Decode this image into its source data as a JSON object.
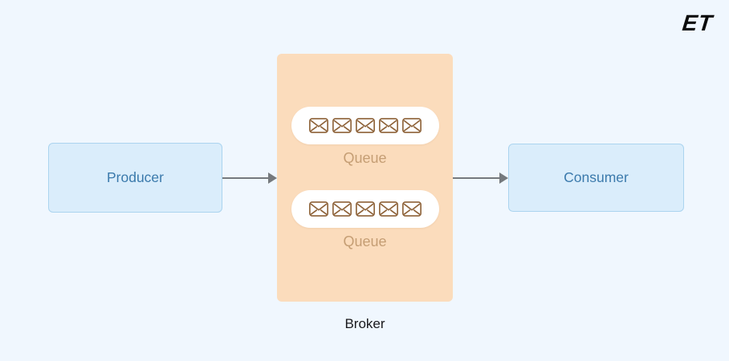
{
  "logo": {
    "text": "ET"
  },
  "diagram": {
    "producer": {
      "label": "Producer"
    },
    "broker": {
      "label": "Broker",
      "queues": [
        {
          "label": "Queue",
          "message_count": 5
        },
        {
          "label": "Queue",
          "message_count": 5
        }
      ]
    },
    "consumer": {
      "label": "Consumer"
    },
    "flows": [
      {
        "from": "Producer",
        "to": "Broker"
      },
      {
        "from": "Broker",
        "to": "Consumer"
      }
    ]
  },
  "colors": {
    "background": "#f0f7fe",
    "node_fill": "#daedfb",
    "node_border": "#abd4ef",
    "node_text": "#3b7aac",
    "broker_fill": "#fbdcbc",
    "queue_pill": "#ffffff",
    "queue_text": "#c59e74",
    "envelope": "#8d6137",
    "arrow": "#75797d",
    "broker_text": "#19191c",
    "logo": "#0a0a0a"
  }
}
